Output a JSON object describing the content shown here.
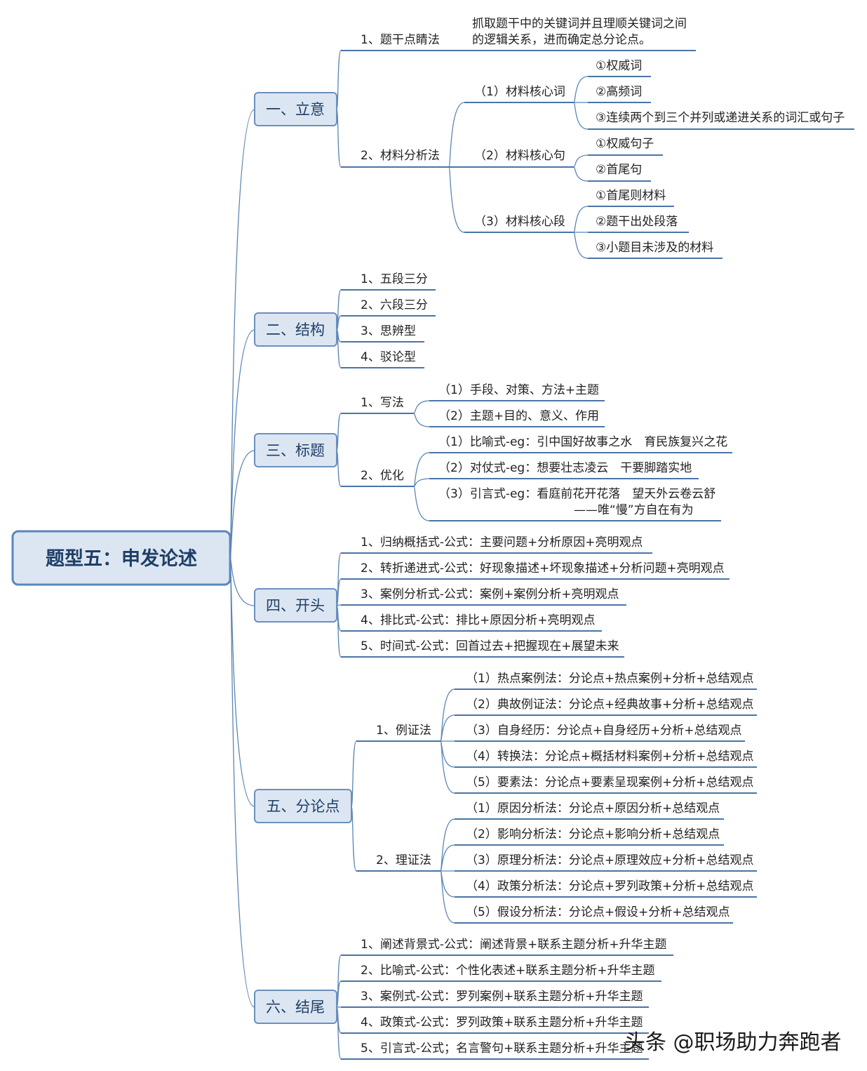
{
  "root": "题型五：申发论述",
  "watermark": "头条 @职场助力奔跑者",
  "colors": {
    "line": "#5b86b5",
    "box_fill": "#dce6f2",
    "box_border": "#6a8fc0",
    "root_border": "#5a86bf",
    "text_dark": "#1f3f66"
  },
  "branches": [
    {
      "label": "一、立意",
      "children": [
        {
          "label": "1、题干点睛法",
          "note": [
            "抓取题干中的关键词并且理顺关键词之间",
            "的逻辑关系，进而确定总分论点。"
          ]
        },
        {
          "label": "2、材料分析法",
          "children": [
            {
              "label": "（1）材料核心词",
              "children": [
                "①权威词",
                "②高频词",
                "③连续两个到三个并列或递进关系的词汇或句子"
              ]
            },
            {
              "label": "（2）材料核心句",
              "children": [
                "①权威句子",
                "②首尾句"
              ]
            },
            {
              "label": "（3）材料核心段",
              "children": [
                "①首尾则材料",
                "②题干出处段落",
                "③小题目未涉及的材料"
              ]
            }
          ]
        }
      ]
    },
    {
      "label": "二、结构",
      "children": [
        "1、五段三分",
        "2、六段三分",
        "3、思辨型",
        "4、驳论型"
      ]
    },
    {
      "label": "三、标题",
      "children": [
        {
          "label": "1、写法",
          "children": [
            "（1）手段、对策、方法+主题",
            "（2）主题+目的、意义、作用"
          ]
        },
        {
          "label": "2、优化",
          "children": [
            "（1）比喻式-eg：引中国好故事之水　育民族复兴之花",
            "（2）对仗式-eg：想要壮志凌云　干要脚踏实地",
            "（3）引言式-eg：看庭前花开花落　望天外云卷云舒",
            "——唯“慢”方自在有为"
          ]
        }
      ]
    },
    {
      "label": "四、开头",
      "children": [
        "1、归纳概括式-公式：主要问题+分析原因+亮明观点",
        "2、转折递进式-公式：好现象描述+坏现象描述+分析问题+亮明观点",
        "3、案例分析式-公式：案例+案例分析+亮明观点",
        "4、排比式-公式：排比+原因分析+亮明观点",
        "5、时间式-公式：回首过去+把握现在+展望未来"
      ]
    },
    {
      "label": "五、分论点",
      "children": [
        {
          "label": "1、例证法",
          "children": [
            "（1）热点案例法：分论点+热点案例+分析+总结观点",
            "（2）典故例证法：分论点+经典故事+分析+总结观点",
            "（3）自身经历：分论点+自身经历+分析+总结观点",
            "（4）转换法：分论点+概括材料案例+分析+总结观点",
            "（5）要素法：分论点+要素呈现案例+分析+总结观点"
          ]
        },
        {
          "label": "2、理证法",
          "children": [
            "（1）原因分析法：分论点+原因分析+总结观点",
            "（2）影响分析法：分论点+影响分析+总结观点",
            "（3）原理分析法：分论点+原理效应+分析+总结观点",
            "（4）政策分析法：分论点+罗列政策+分析+总结观点",
            "（5）假设分析法：分论点+假设+分析+总结观点"
          ]
        }
      ]
    },
    {
      "label": "六、结尾",
      "children": [
        "1、阐述背景式-公式：阐述背景+联系主题分析+升华主题",
        "2、比喻式-公式：个性化表述+联系主题分析+升华主题",
        "3、案例式-公式：罗列案例+联系主题分析+升华主题",
        "4、政策式-公式：罗列政策+联系主题分析+升华主题",
        "5、引言式-公式；名言警句+联系主题分析+升华主题"
      ]
    }
  ]
}
